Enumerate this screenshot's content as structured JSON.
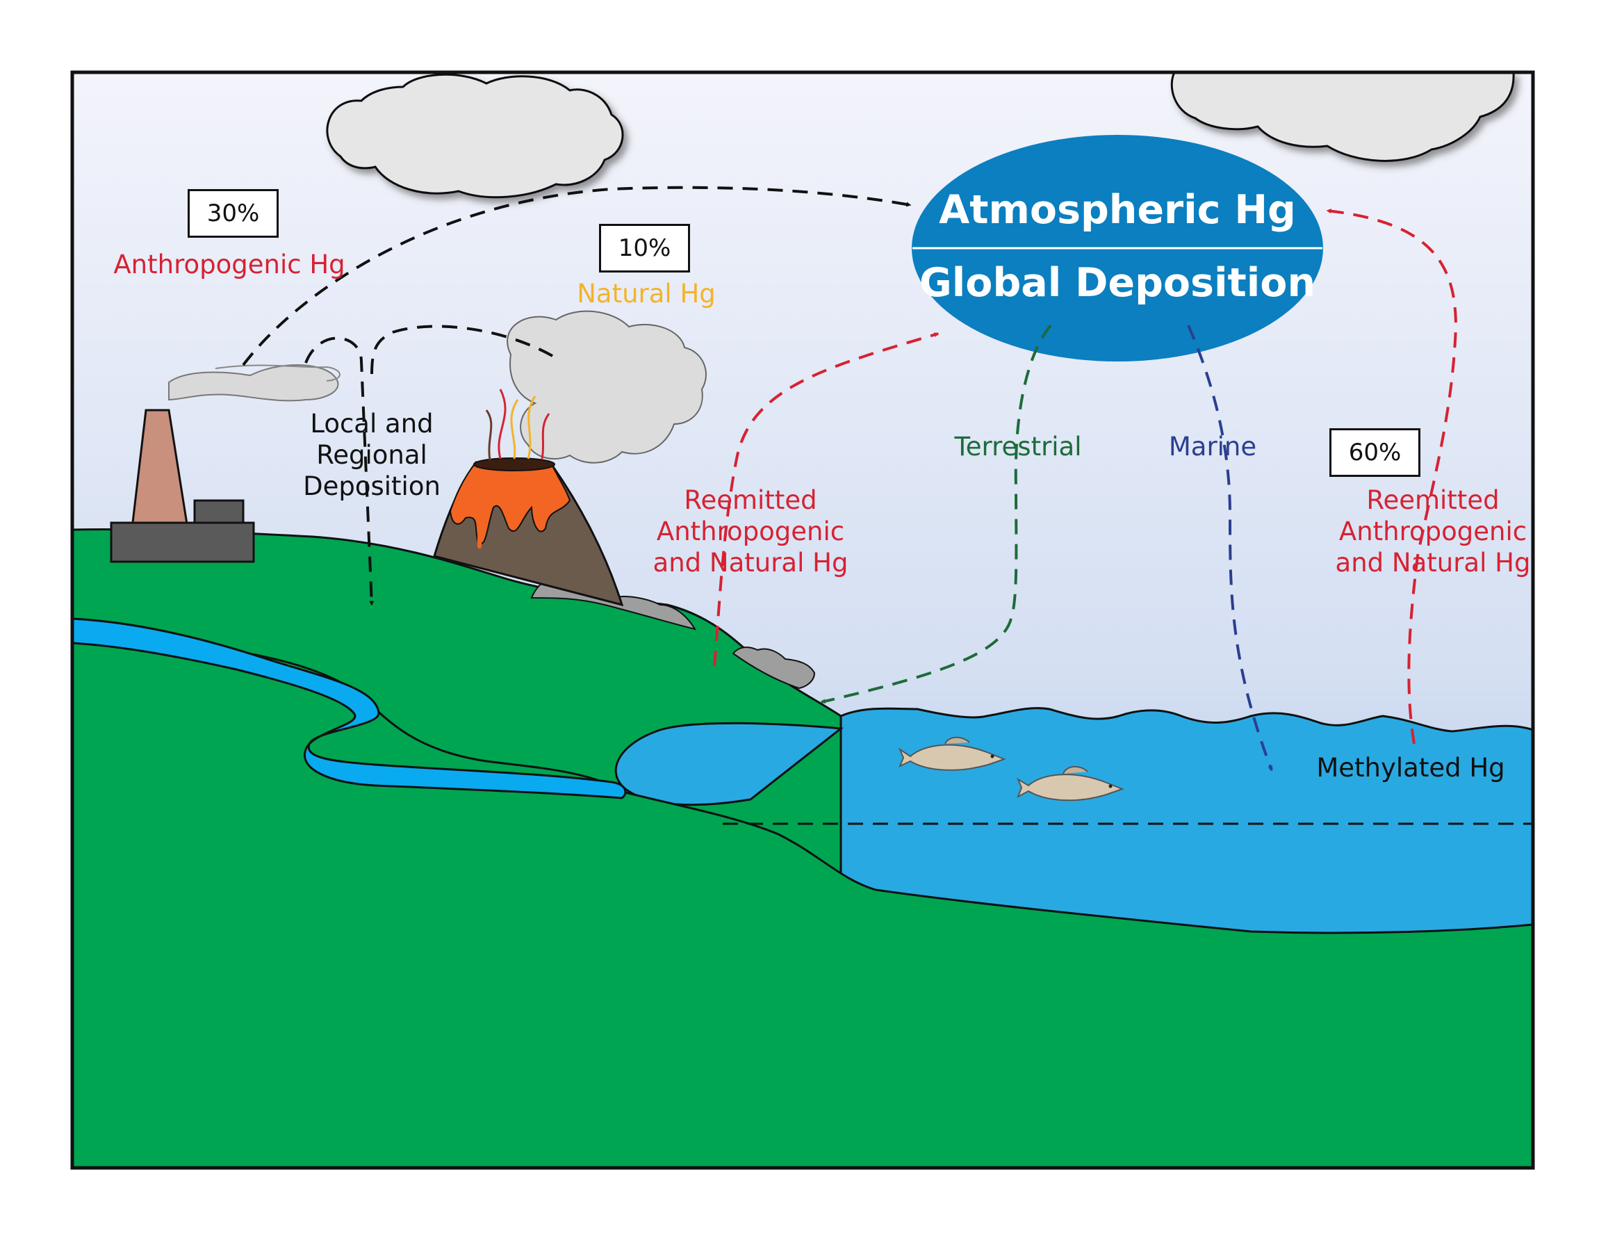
{
  "colors": {
    "anthropogenic": "#d62232",
    "natural": "#f4b32a",
    "terrestrial": "#1d6b39",
    "marine": "#2b3f8f",
    "ellipse": "#0b7fc0",
    "ocean": "#29a9e2",
    "land": "#00a551",
    "sky_top": "#f3f4fb",
    "sky_bottom": "#9fb9e2"
  },
  "atmosphere": {
    "top_label": "Atmospheric Hg",
    "bottom_label": "Global Deposition"
  },
  "sources": {
    "anthropogenic": {
      "percent": "30%",
      "label": "Anthropogenic Hg"
    },
    "natural": {
      "percent": "10%",
      "label": "Natural Hg"
    },
    "reemitted": {
      "percent": "60%",
      "label_lines": [
        "Reemitted",
        "Anthropogenic",
        "and Natural Hg"
      ]
    }
  },
  "deposition": {
    "local_lines": [
      "Local and",
      "Regional",
      "Deposition"
    ],
    "terrestrial": "Terrestrial",
    "marine": "Marine"
  },
  "ocean": {
    "label": "Methylated Hg"
  },
  "icons": [
    "factory-icon",
    "volcano-icon",
    "cloud-icon",
    "fish-icon"
  ]
}
